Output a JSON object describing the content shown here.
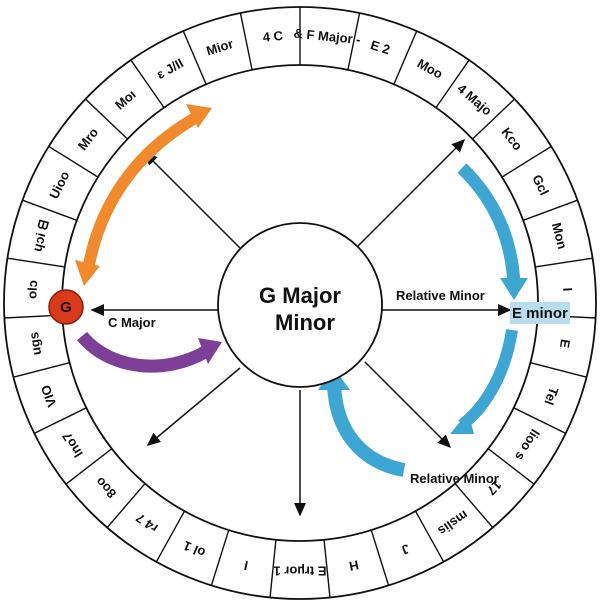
{
  "center": {
    "line1": "G Major",
    "line2": "Minor"
  },
  "ring_labels": [
    {
      "text": "& F  Major -"
    },
    {
      "text": "E  2"
    },
    {
      "text": "Moo"
    },
    {
      "text": "4  Majo"
    },
    {
      "text": "Kco"
    },
    {
      "text": "Gcl"
    },
    {
      "text": "Mon"
    },
    {
      "text": "I"
    },
    {
      "text": "E"
    },
    {
      "text": "Tel"
    },
    {
      "text": "lioo  s"
    },
    {
      "text": "17"
    },
    {
      "text": "mslis"
    },
    {
      "text": "J"
    },
    {
      "text": "H"
    },
    {
      "text": "E  trµor  1"
    },
    {
      "text": "I"
    },
    {
      "text": "ol  1"
    },
    {
      "text": "r4  7"
    },
    {
      "text": "8oo"
    },
    {
      "text": "lno7"
    },
    {
      "text": "VIO"
    },
    {
      "text": "ugs"
    },
    {
      "text": "olɔ"
    },
    {
      "text": "ɥɔi  ᗺ"
    },
    {
      "text": "Uioo"
    },
    {
      "text": "Mro"
    },
    {
      "text": "Moı"
    },
    {
      "text": "ɛ  J/II"
    },
    {
      "text": "Mior"
    },
    {
      "text": "4 C"
    }
  ],
  "nodes": {
    "g_node": {
      "label": "G",
      "color": "#d93a1c"
    },
    "e_minor": {
      "label": "E minor",
      "bg": "#b9dcef"
    }
  },
  "annotations": {
    "relative_minor_top": "Relative Minor",
    "relative_minor_bottom": "Relative Minor",
    "c_major": "C Major"
  },
  "colors": {
    "orange": "#f08a2c",
    "blue": "#3ea6d2",
    "purple": "#7d3f98",
    "line": "#111111"
  }
}
